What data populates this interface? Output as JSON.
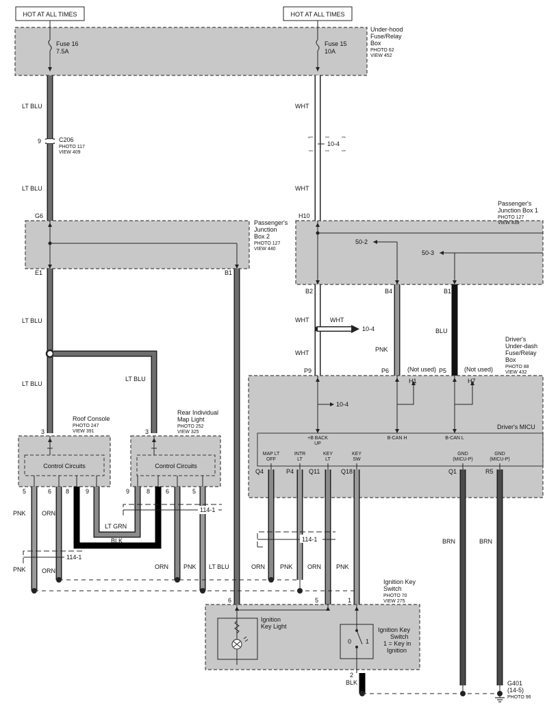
{
  "header": {
    "left": "HOT AT ALL TIMES",
    "right": "HOT AT ALL TIMES"
  },
  "underhood": {
    "title": [
      "Under-hood",
      "Fuse/Relay",
      "Box"
    ],
    "photo": "PHOTO 62",
    "view": "VIEW 452",
    "fuse_left": [
      "Fuse 16",
      "7.5A"
    ],
    "fuse_right": [
      "Fuse 15",
      "10A"
    ]
  },
  "c206": {
    "pin": "9",
    "name": "C206",
    "photo": "PHOTO 117",
    "view": "VIEW 409"
  },
  "ref_10_4": "10-4",
  "ref_114_1": "114-1",
  "ref_114_1b": "114-1",
  "pjb2": {
    "title": [
      "Passenger's",
      "Junction",
      "Box 2"
    ],
    "photo": "PHOTO 127",
    "view": "VIEW 440",
    "pins": {
      "g6": "G6",
      "e1": "E1",
      "b1": "B1"
    }
  },
  "pjb1": {
    "title": [
      "Passenger's",
      "Junction Box 1"
    ],
    "photo": "PHOTO 127",
    "view": "VIEW 439",
    "pins": {
      "h10": "H10",
      "b2": "B2",
      "b4": "B4",
      "b1": "B1"
    },
    "refs": [
      "50-2",
      "50-3"
    ]
  },
  "splice_ref": "10-4",
  "driver_box": {
    "title": [
      "Driver's",
      "Under-dash",
      "Fuse/Relay",
      "Box"
    ],
    "photo": "PHOTO 88",
    "view": "VIEW 432",
    "pins": {
      "p9": "P9",
      "p6": "P6",
      "p5": "P5"
    },
    "not_used": "(Not used)",
    "h1": "H1",
    "h7": "H7",
    "ref": "10-4"
  },
  "micu": {
    "title": "Driver's MICU",
    "signals": {
      "backup": [
        "+B BACK",
        "UP"
      ],
      "bcanh": "B-CAN H",
      "bcanl": "B-CAN L",
      "maplt": [
        "MAP LT",
        "OFF"
      ],
      "intrlt": [
        "INTR",
        "LT"
      ],
      "keylt": [
        "KEY",
        "LT"
      ],
      "keysw": [
        "KEY",
        "SW"
      ],
      "gnd1": [
        "GND",
        "(MICU-P)"
      ],
      "gnd2": [
        "GND",
        "(MICU-P)"
      ]
    },
    "pins": {
      "q4": "Q4",
      "p4": "P4",
      "q11": "Q11",
      "q18": "Q18",
      "q1": "Q1",
      "r5": "R5"
    }
  },
  "roof_console": {
    "title": "Roof Console",
    "photo": "PHOTO 247",
    "view": "VIEW 391",
    "inner": "Control Circuits",
    "pin_in": "3",
    "pins": [
      "5",
      "6",
      "8",
      "9"
    ]
  },
  "map_light": {
    "title": [
      "Rear Individual",
      "Map Light"
    ],
    "photo": "PHOTO 252",
    "view": "VIEW 325",
    "inner": "Control Circuits",
    "pin_in": "3",
    "pins": [
      "9",
      "8",
      "6",
      "5"
    ]
  },
  "ignition": {
    "title": [
      "Ignition Key",
      "Switch"
    ],
    "photo": "PHOTO 70",
    "view": "VIEW 275",
    "key_light": [
      "Ignition",
      "Key Light"
    ],
    "switch_label": [
      "Ignition Key",
      "Switch",
      "1 = Key in",
      "Ignition"
    ],
    "switch_pos": [
      "0",
      "1"
    ],
    "pins": [
      "6",
      "5",
      "1",
      "2"
    ]
  },
  "ground": {
    "name": "G401",
    "ref": "(14-5)",
    "photo": "PHOTO 96"
  },
  "wires": {
    "ltblu": "LT BLU",
    "wht": "WHT",
    "pnk": "PNK",
    "blu": "BLU",
    "orn": "ORN",
    "ltgrn": "LT GRN",
    "blk": "BLK",
    "brn": "BRN"
  },
  "colors": {
    "box_fill": "#c8c8c8",
    "wire_ltblu": "#6e6e6e",
    "wire_pnk": "#9a9a9a",
    "wire_orn": "#8a8a8a",
    "wire_blk": "#000000",
    "wire_blu": "#222222",
    "wire_brn": "#4a4a4a"
  }
}
